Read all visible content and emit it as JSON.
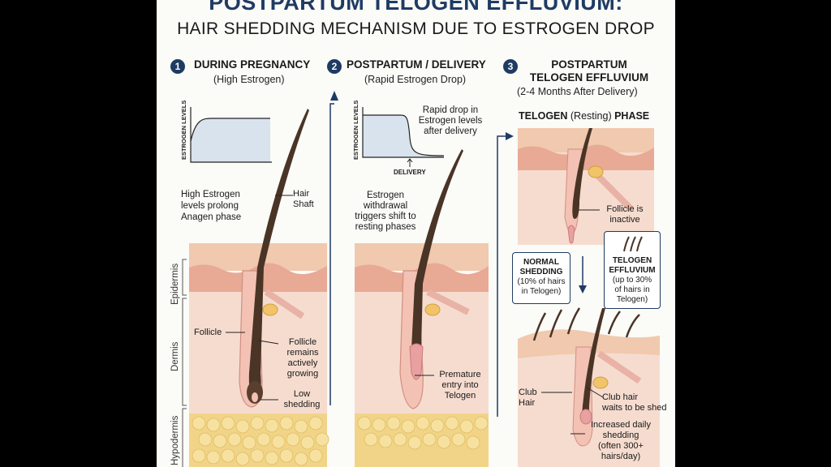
{
  "title": {
    "line1": "POSTPARTUM TELOGEN EFFLUVIUM:",
    "line2": "HAIR SHEDDING MECHANISM DUE TO ESTROGEN DROP"
  },
  "colors": {
    "navy": "#1f3b63",
    "hair": "#4a3426",
    "skin_top": "#f0c9ae",
    "dermis": "#f6dccf",
    "fat": "#f1d488"
  },
  "panel1": {
    "number": "1",
    "heading": "DURING PREGNANCY",
    "subheading": "(High Estrogen)",
    "chart_axis_label": "ESTROGEN LEVELS",
    "note": [
      "High Estrogen",
      "levels prolong",
      "Anagen phase"
    ],
    "hair_shaft_label": [
      "Hair",
      "Shaft"
    ],
    "follicle_label": "Follicle",
    "follicle_growing": [
      "Follicle",
      "remains",
      "actively",
      "growing"
    ],
    "low_shedding": [
      "Low",
      "shedding"
    ]
  },
  "layers": {
    "epidermis": "Epidermis",
    "dermis": "Dermis",
    "hypodermis": "Hypodermis"
  },
  "panel2": {
    "number": "2",
    "heading": "POSTPARTUM / DELIVERY",
    "subheading": "(Rapid Estrogen Drop)",
    "chart_axis_label": "ESTROGEN LEVELS",
    "chart_marker": "DELIVERY",
    "chart_note": [
      "Rapid drop in",
      "Estrogen levels",
      "after delivery"
    ],
    "note": [
      "Estrogen",
      "withdrawal",
      "triggers shift to",
      "resting phases"
    ],
    "premature_label": [
      "Premature",
      "entry into",
      "Telogen"
    ]
  },
  "panel3": {
    "number": "3",
    "heading": [
      "POSTPARTUM",
      "TELOGEN EFFLUVIUM"
    ],
    "subheading": "(2-4 Months After Delivery)",
    "phase_title_bold": "TELOGEN",
    "phase_title_rest": " (Resting) ",
    "phase_title_end": "PHASE",
    "inactive_label": [
      "Follicle is",
      "inactive"
    ],
    "normal_box": [
      "NORMAL",
      "SHEDDING",
      "(10% of hairs",
      "in Telogen)"
    ],
    "te_box": [
      "TELOGEN",
      "EFFLUVIUM",
      "(up to 30%",
      "of hairs in",
      "Telogen)"
    ],
    "club_hair_label": [
      "Club",
      "Hair"
    ],
    "club_wait_label": [
      "Club hair",
      "waits to be shed"
    ],
    "increased_label": [
      "Increased daily",
      "shedding",
      "(often 300+",
      "hairs/day)"
    ]
  },
  "chart_data": [
    {
      "type": "line",
      "title": "",
      "ylabel": "ESTROGEN LEVELS",
      "series": [
        {
          "values": [
            0.1,
            0.85,
            0.95,
            0.95,
            0.95,
            0.95
          ]
        }
      ]
    },
    {
      "type": "line",
      "title": "",
      "ylabel": "ESTROGEN LEVELS",
      "marker": "DELIVERY",
      "series": [
        {
          "values": [
            0.95,
            0.95,
            0.95,
            0.9,
            0.15,
            0.1
          ]
        }
      ]
    }
  ]
}
